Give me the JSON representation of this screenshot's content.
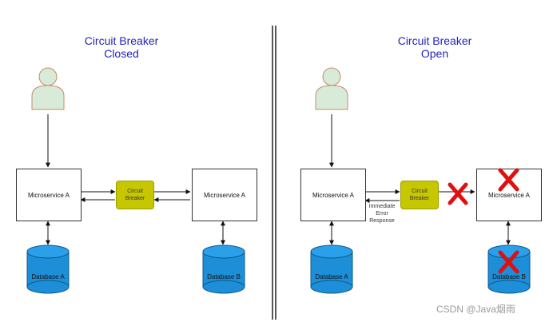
{
  "left": {
    "title_line1": "Circuit Breaker",
    "title_line2": "Closed",
    "service_left": "Microservice A",
    "breaker_line1": "Circuit",
    "breaker_line2": "Breaker",
    "service_right": "Microservice A",
    "db_left": "Database A",
    "db_right": "Database B"
  },
  "right": {
    "title_line1": "Circuit Breaker",
    "title_line2": "Open",
    "service_left": "Microservice A",
    "breaker_line1": "Circuit",
    "breaker_line2": "Breaker",
    "service_right": "Microservice A",
    "db_left": "Database A",
    "db_right": "Database B",
    "note_line1": "Immediate",
    "note_line2": "Error",
    "note_line3": "Response"
  },
  "watermark": "CSDN @Java烟雨",
  "colors": {
    "title": "#2323b8",
    "breaker": "#c7c700",
    "database": "#1d8fd8",
    "user": "#d8ead8",
    "failure": "#e01010"
  }
}
